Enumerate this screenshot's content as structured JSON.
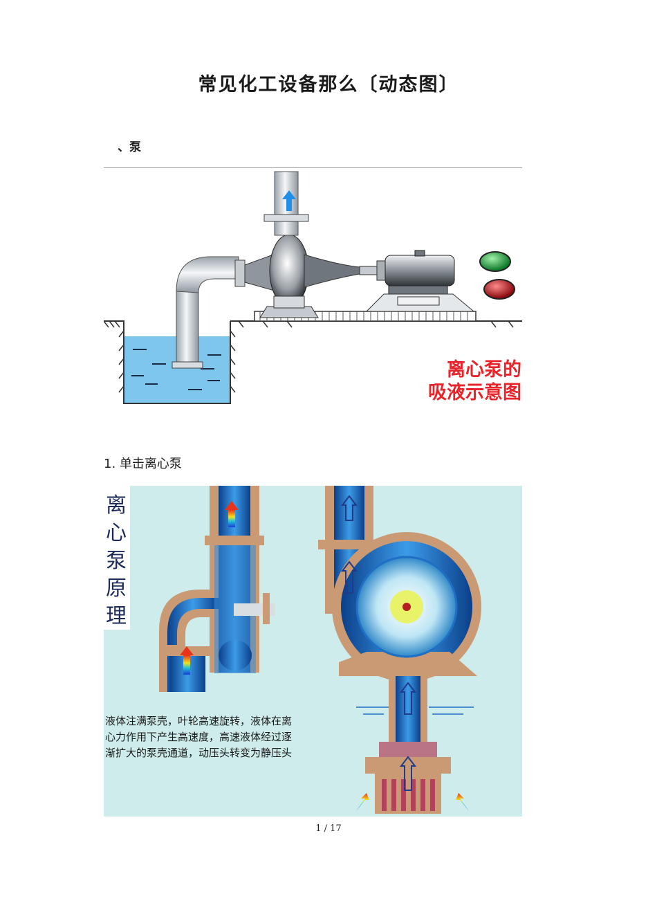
{
  "document": {
    "title": "常见化工设备那么〔动态图〕",
    "section_heading": "、泵",
    "figure1": {
      "caption_line1": "离心泵的",
      "caption_line2": "吸液示意图",
      "colors": {
        "water": "#7ec6ec",
        "pipe": "#d8dde2",
        "caption": "#e8232a",
        "green_light": "#22b14c",
        "red_light": "#d7141e"
      }
    },
    "subheading": "1.  单击离心泵",
    "figure2": {
      "side_label": [
        "离",
        "心",
        "泵",
        "原",
        "理"
      ],
      "description_lines": [
        "液体注满泵壳，叶轮高速旋转，液体在离",
        "心力作用下产生高速度，高速液体经过逐",
        "渐扩大的泵壳通道，动压头转变为静压头"
      ],
      "colors": {
        "background": "#cdeceb",
        "casing": "#c99a73",
        "water": "#1f6fc4",
        "impeller_center": "#b41e1e"
      }
    },
    "page_number": "1 / 17"
  }
}
